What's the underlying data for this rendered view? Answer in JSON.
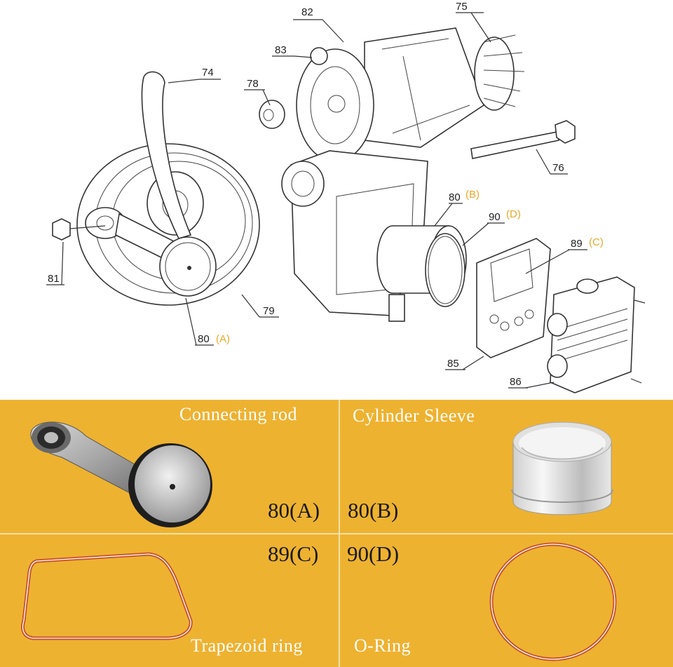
{
  "diagram": {
    "callouts": [
      {
        "id": "82",
        "suffix": ""
      },
      {
        "id": "75",
        "suffix": ""
      },
      {
        "id": "83",
        "suffix": ""
      },
      {
        "id": "74",
        "suffix": ""
      },
      {
        "id": "78",
        "suffix": ""
      },
      {
        "id": "76",
        "suffix": ""
      },
      {
        "id": "80",
        "suffix": "(B)"
      },
      {
        "id": "90",
        "suffix": "(D)"
      },
      {
        "id": "89",
        "suffix": "(C)"
      },
      {
        "id": "81",
        "suffix": ""
      },
      {
        "id": "79",
        "suffix": ""
      },
      {
        "id": "80",
        "suffix": "(A)"
      },
      {
        "id": "85",
        "suffix": ""
      },
      {
        "id": "86",
        "suffix": ""
      }
    ]
  },
  "parts": [
    {
      "name": "Connecting rod",
      "code": "80(A)"
    },
    {
      "name": "Cylinder Sleeve",
      "code": "80(B)"
    },
    {
      "name": "Trapezoid ring",
      "code": "89(C)"
    },
    {
      "name": "O-Ring",
      "code": "90(D)"
    }
  ],
  "colors": {
    "panel": "#eeb231",
    "label_accent": "#e6a92a",
    "ring": "#c8532a"
  }
}
